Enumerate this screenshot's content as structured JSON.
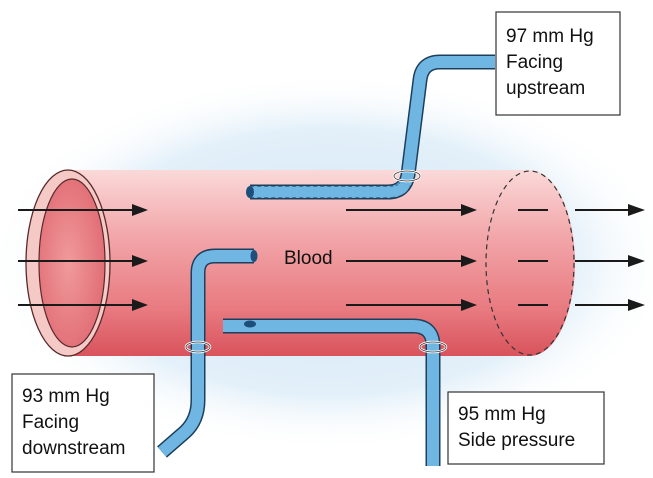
{
  "labels": {
    "upstream": {
      "line1": "97 mm Hg",
      "line2": "Facing",
      "line3": "upstream"
    },
    "downstream": {
      "line1": "93 mm Hg",
      "line2": "Facing",
      "line3": "downstream"
    },
    "side": {
      "line1": "95 mm Hg",
      "line2": "Side pressure"
    },
    "blood": "Blood"
  },
  "colors": {
    "vessel": "#e2747c",
    "vessel_light": "#f6c8c8",
    "tube": "#6fb6e3",
    "halo": "#cfe5f5",
    "arrow": "#1a1a1a"
  }
}
